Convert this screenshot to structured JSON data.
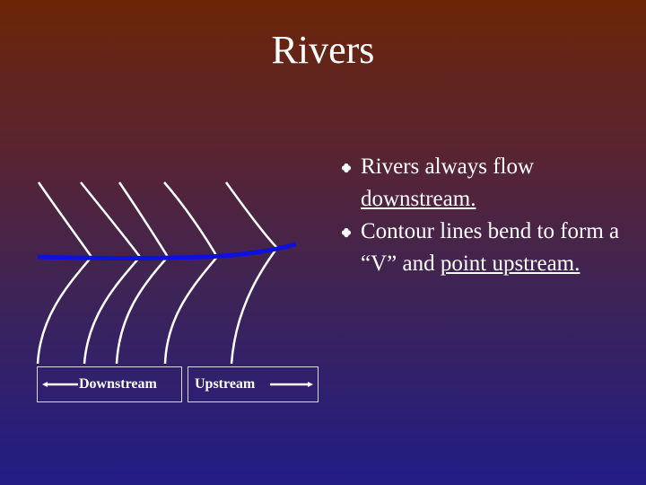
{
  "slide": {
    "title": "Rivers",
    "bullets": [
      {
        "prefix": "Rivers always flow ",
        "emphasis": "downstream."
      },
      {
        "prefix": "Contour lines bend to form a “V” and ",
        "emphasis": "point upstream."
      }
    ]
  },
  "diagram": {
    "downstream_label": "Downstream",
    "upstream_label": "Upstream"
  },
  "colors": {
    "river": "#1010dd",
    "contour": "#ffffff",
    "bullet_icon": "#ffffff"
  }
}
